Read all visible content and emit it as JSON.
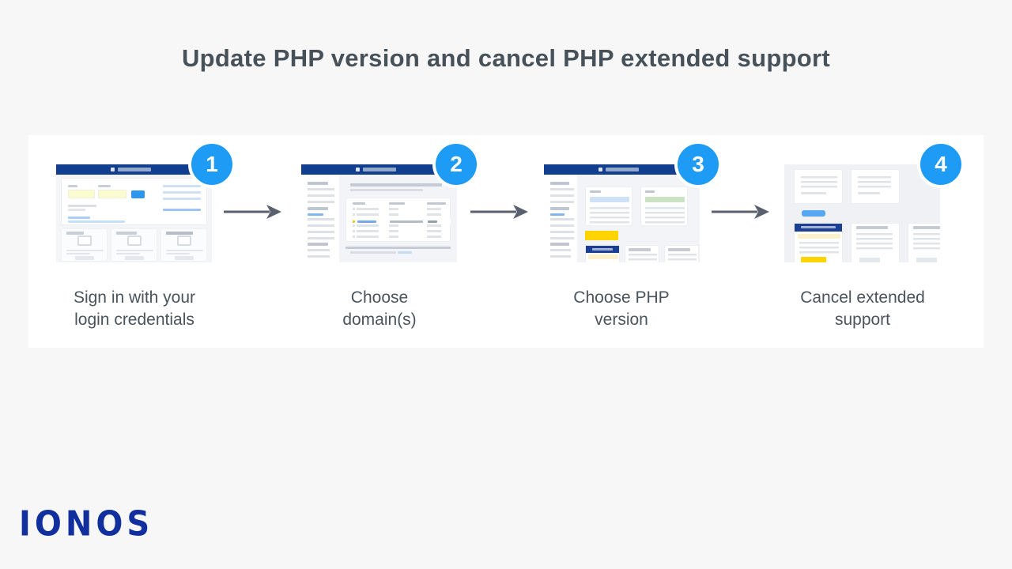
{
  "title": "Update PHP version and cancel PHP extended support",
  "brand": {
    "logo_text": "IONOS"
  },
  "colors": {
    "page_background": "#F7F7F8",
    "panel_background": "#FFFFFF",
    "badge_blue": "#1E9BF4",
    "thumb_header_navy": "#123E8F",
    "arrow_gray": "#59616E",
    "title_gray": "#47515A",
    "caption_gray": "#4A545C",
    "highlight_yellow": "#FFD400",
    "input_yellow": "#FBFBD0",
    "brand_navy": "#11309E"
  },
  "steps": [
    {
      "number": "1",
      "caption_line1": "Sign in with your",
      "caption_line2": "login credentials",
      "thumbnail": "login-screen"
    },
    {
      "number": "2",
      "caption_line1": "Choose",
      "caption_line2": "domain(s)",
      "thumbnail": "domain-list-screen"
    },
    {
      "number": "3",
      "caption_line1": "Choose PHP",
      "caption_line2": "version",
      "thumbnail": "php-version-screen"
    },
    {
      "number": "4",
      "caption_line1": "Cancel extended",
      "caption_line2": "support",
      "thumbnail": "extended-support-screen"
    }
  ]
}
